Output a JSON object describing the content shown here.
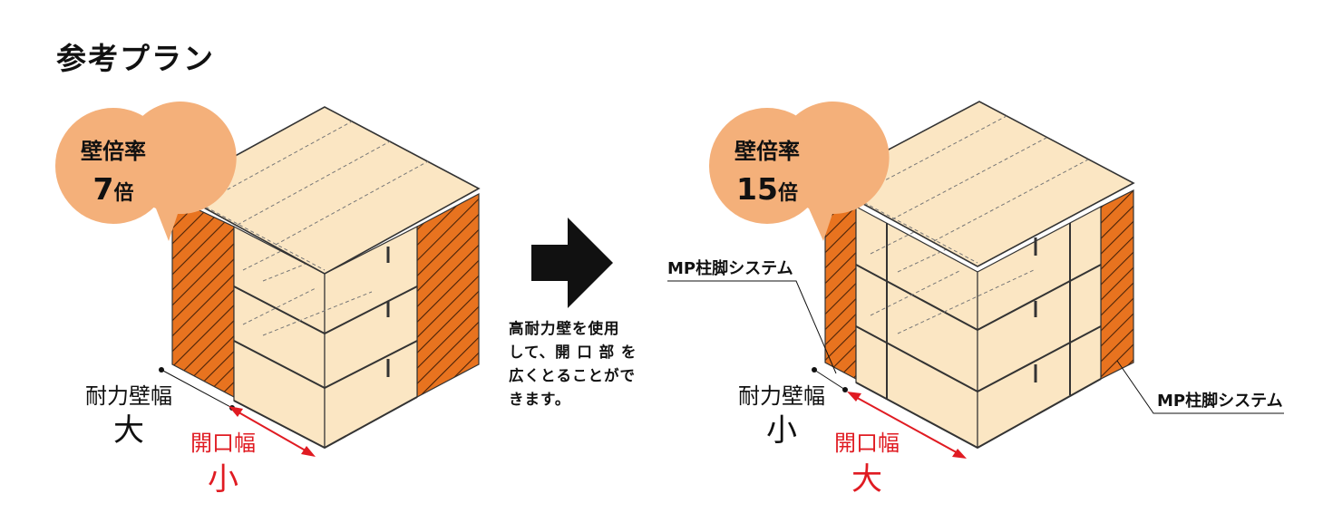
{
  "title": "参考プラン",
  "left": {
    "badge_label": "壁倍率",
    "badge_value": "7",
    "badge_unit": "倍",
    "wall_width_label": "耐力壁幅",
    "wall_width_value": "大",
    "opening_label": "開口幅",
    "opening_value": "小"
  },
  "center": {
    "lines": [
      "高耐力壁を使用",
      "して、開 口 部 を",
      "広くとることがで",
      "きます。"
    ]
  },
  "right": {
    "badge_label": "壁倍率",
    "badge_value": "15",
    "badge_unit": "倍",
    "callout_top": "MP柱脚システム",
    "callout_bottom": "MP柱脚システム",
    "wall_width_label": "耐力壁幅",
    "wall_width_value": "小",
    "opening_label": "開口幅",
    "opening_value": "大"
  },
  "colors": {
    "badge": "#f4b07a",
    "wall": "#e8731f",
    "wood": "#fbe6c3",
    "accent_red": "#e01b22"
  }
}
